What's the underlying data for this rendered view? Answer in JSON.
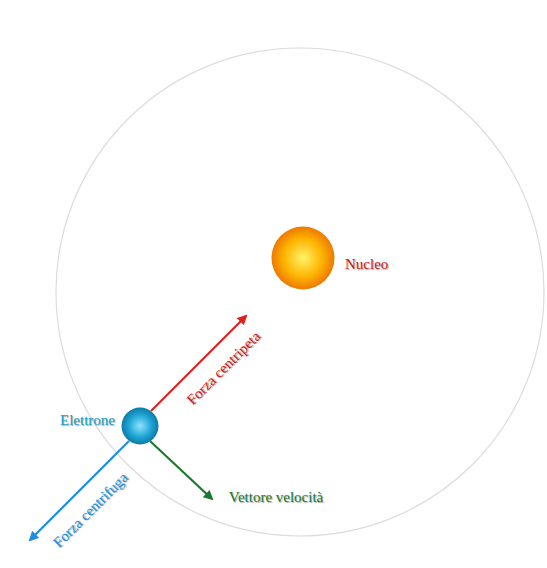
{
  "diagram": {
    "nodes": [
      {
        "text": [
          "Nucleo"
        ]
      },
      {
        "text": [
          "Elettrone"
        ]
      }
    ],
    "labels": [
      "Forza centripeta",
      "Forza centrifuga",
      "Vettore velocità"
    ]
  }
}
